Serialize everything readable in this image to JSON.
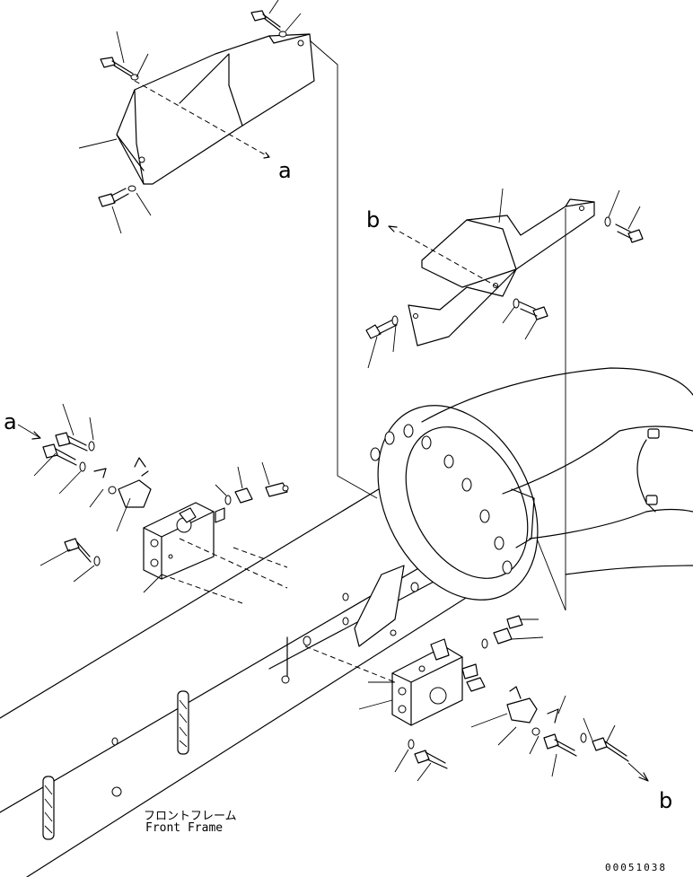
{
  "callouts": {
    "a_top": "a",
    "a_left": "a",
    "b_top": "b",
    "b_bottom": "b"
  },
  "caption": {
    "jp": "フロントフレーム",
    "en": "Front Frame"
  },
  "drawing_code": "00051038"
}
